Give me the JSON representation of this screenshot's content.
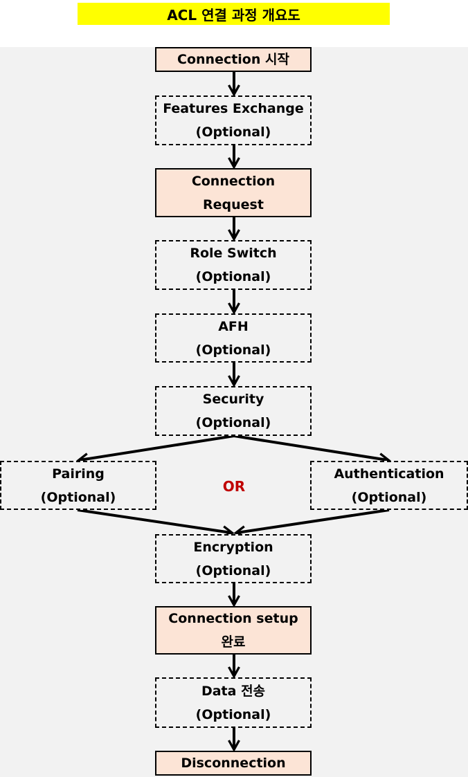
{
  "title": "ACL 연결 과정 개요도",
  "or_label": "OR",
  "colors": {
    "title_bg": "#ffff00",
    "solid_box": "#fce4d6",
    "canvas": "#f2f2f2",
    "or_text": "#c00000"
  },
  "nodes": {
    "start": {
      "line1": "Connection 시작"
    },
    "features": {
      "line1": "Features Exchange",
      "line2": "(Optional)"
    },
    "request": {
      "line1": "Connection",
      "line2": "Request"
    },
    "role": {
      "line1": "Role Switch",
      "line2": "(Optional)"
    },
    "afh": {
      "line1": "AFH",
      "line2": "(Optional)"
    },
    "security": {
      "line1": "Security",
      "line2": "(Optional)"
    },
    "pairing": {
      "line1": "Pairing",
      "line2": "(Optional)"
    },
    "auth": {
      "line1": "Authentication",
      "line2": "(Optional)"
    },
    "encryption": {
      "line1": "Encryption",
      "line2": "(Optional)"
    },
    "setup": {
      "line1": "Connection setup",
      "line2": "완료"
    },
    "data": {
      "line1": "Data 전송",
      "line2": "(Optional)"
    },
    "disconnect": {
      "line1": "Disconnection"
    }
  }
}
